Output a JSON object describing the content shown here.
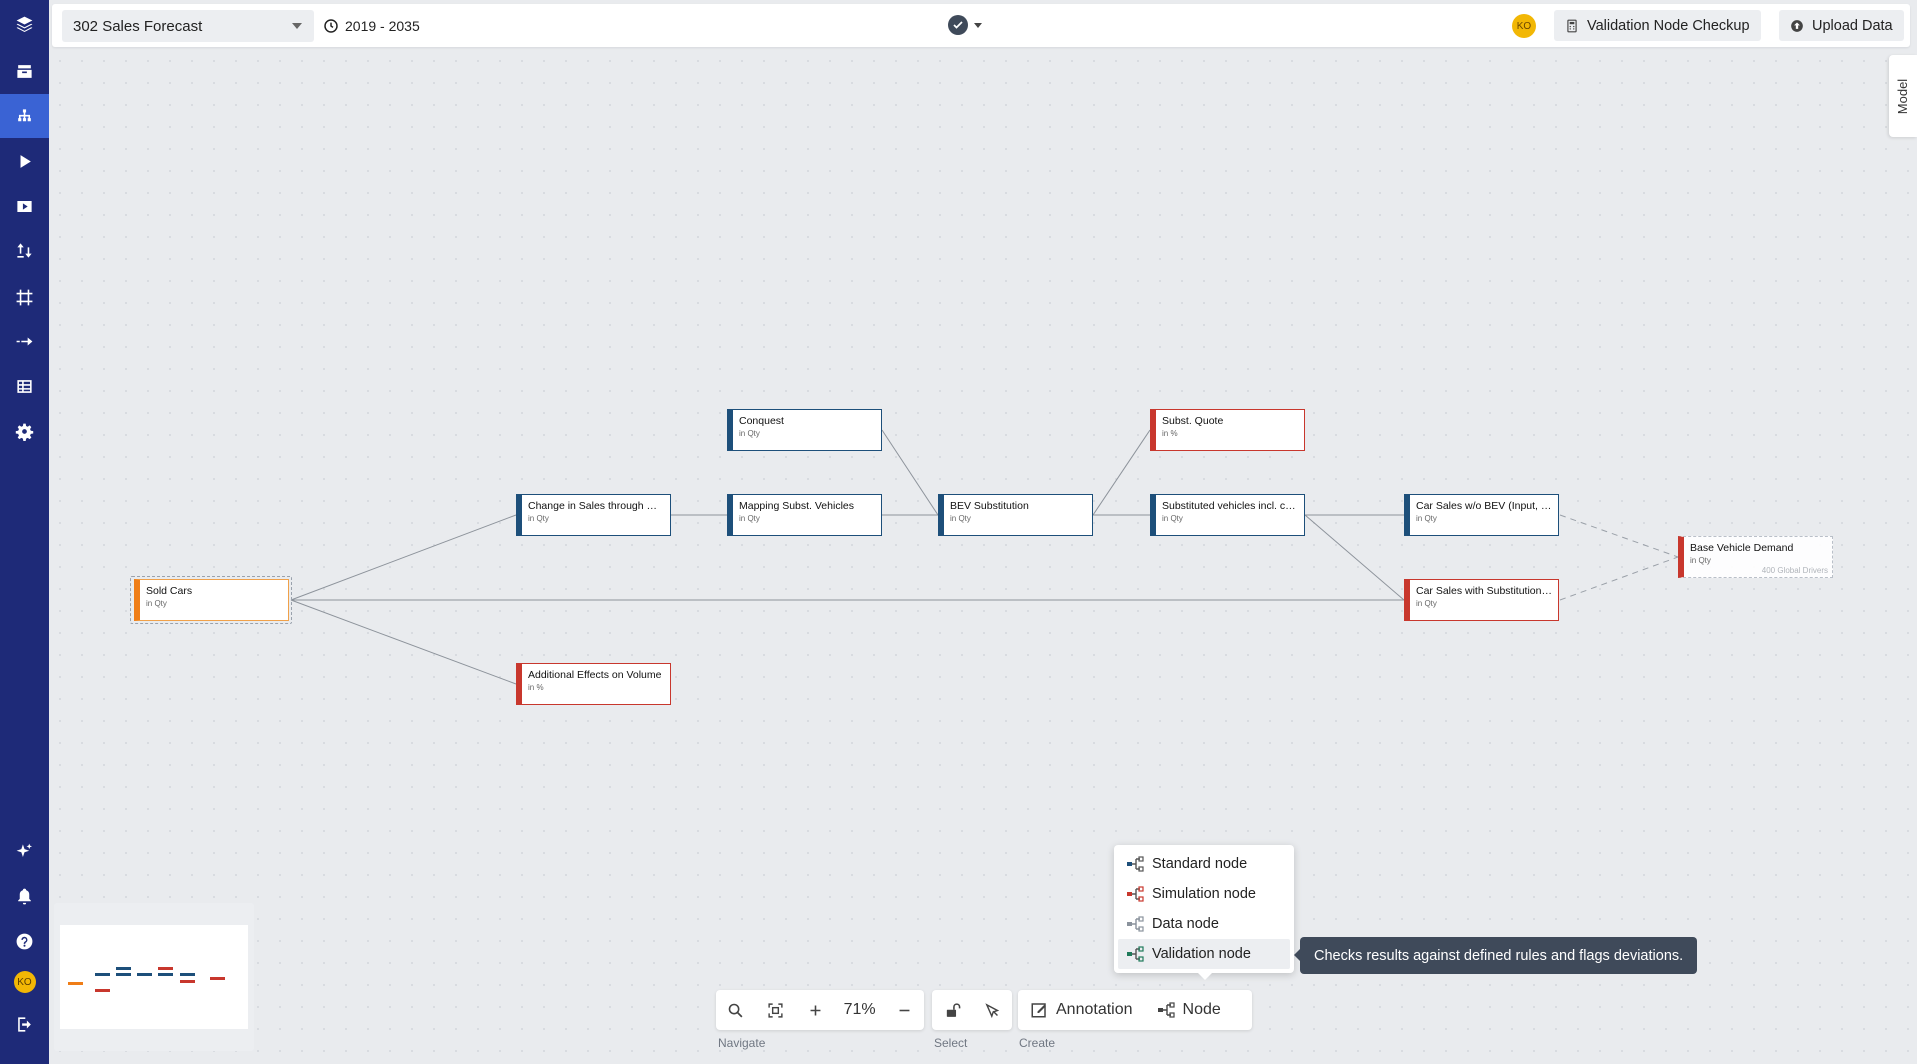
{
  "app": {
    "model_name": "302 Sales Forecast",
    "period": "2019 - 2035",
    "user_initials": "KO",
    "buttons": {
      "validation_checkup": "Validation Node Checkup",
      "upload_data": "Upload Data"
    },
    "side_tab": "Model"
  },
  "sidebar": {
    "items": [
      {
        "icon": "layers-icon"
      },
      {
        "icon": "inbox-icon"
      },
      {
        "icon": "hierarchy-icon",
        "active": true
      },
      {
        "icon": "play-icon"
      },
      {
        "icon": "video-icon"
      },
      {
        "icon": "import-export-icon"
      },
      {
        "icon": "frame-icon"
      },
      {
        "icon": "arrow-right-icon"
      },
      {
        "icon": "table-icon"
      },
      {
        "icon": "gear-icon"
      }
    ],
    "bottom_items": [
      {
        "icon": "sparkle-icon"
      },
      {
        "icon": "bell-icon"
      },
      {
        "icon": "help-icon"
      },
      {
        "icon": "avatar"
      },
      {
        "icon": "logout-icon"
      }
    ]
  },
  "nodes": [
    {
      "id": "sold-cars",
      "name": "Sold Cars",
      "unit": "in Qty",
      "kind": "orange"
    },
    {
      "id": "change-sales",
      "name": "Change in Sales through Substitution",
      "unit": "in Qty",
      "kind": "std"
    },
    {
      "id": "additional-effects",
      "name": "Additional Effects on Volume",
      "unit": "in %",
      "kind": "sim"
    },
    {
      "id": "conquest",
      "name": "Conquest",
      "unit": "in Qty",
      "kind": "std"
    },
    {
      "id": "mapping",
      "name": "Mapping Subst. Vehicles",
      "unit": "in Qty",
      "kind": "std"
    },
    {
      "id": "bev-subst",
      "name": "BEV Substitution",
      "unit": "in Qty",
      "kind": "std"
    },
    {
      "id": "subst-quote",
      "name": "Subst. Quote",
      "unit": "in %",
      "kind": "sim"
    },
    {
      "id": "substituted",
      "name": "Substituted vehicles incl. conquest",
      "unit": "in Qty",
      "kind": "std"
    },
    {
      "id": "car-sales-wo",
      "name": "Car Sales w/o BEV (Input, Non-BEV)",
      "unit": "in Qty",
      "kind": "std"
    },
    {
      "id": "car-sales-with",
      "name": "Car Sales with Substitution Simulation",
      "unit": "in Qty",
      "kind": "sim"
    },
    {
      "id": "base-demand",
      "name": "Base Vehicle Demand",
      "unit": "in Qty",
      "kind": "dashed",
      "tag": "400 Global Drivers"
    }
  ],
  "node_menu": {
    "items": [
      {
        "label": "Standard node",
        "color": "#1d4f7a"
      },
      {
        "label": "Simulation node",
        "color": "#c8372d"
      },
      {
        "label": "Data node",
        "color": "#8a929c"
      },
      {
        "label": "Validation node",
        "color": "#1f7a5a"
      }
    ],
    "tooltip": "Checks results against defined rules and flags deviations."
  },
  "toolbar": {
    "zoom": "71%",
    "annotation": "Annotation",
    "node": "Node",
    "labels": {
      "navigate": "Navigate",
      "select": "Select",
      "create": "Create"
    }
  },
  "colors": {
    "sidebar": "#1e2a78",
    "sidebar_active": "#3a63d4",
    "standard": "#1d4f7a",
    "simulation": "#c8372d",
    "orange": "#ef7d17"
  }
}
